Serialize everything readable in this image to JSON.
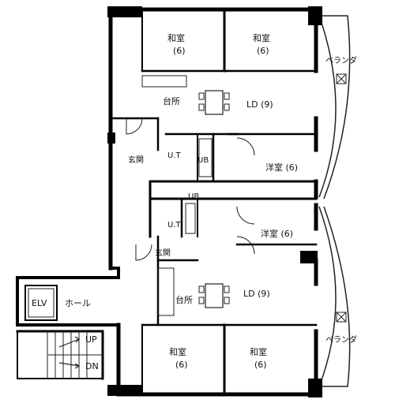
{
  "labels": {
    "washitsu_tl": "和室",
    "washitsu_tl_size": "(6)",
    "washitsu_tr": "和室",
    "washitsu_tr_size": "(6)",
    "washitsu_bl": "和室",
    "washitsu_bl_size": "(6)",
    "washitsu_br": "和室",
    "washitsu_br_size": "(6)",
    "balcony_top": "ベランダ",
    "balcony_bottom": "ベランダ",
    "kitchen_top": "台所",
    "kitchen_bottom": "台所",
    "ld_top": "LD (9)",
    "ld_bottom": "LD (9)",
    "genkan_top": "玄関",
    "genkan_bottom": "玄関",
    "ut_top": "U.T",
    "ut_bottom": "U.T",
    "ub_top": "UB",
    "ub_mid": "UB",
    "youshitsu_top": "洋室 (6)",
    "youshitsu_bottom": "洋室 (6)",
    "elv": "ELV",
    "hall": "ホール",
    "up": "UP",
    "dn": "DN"
  },
  "icons": [
    "door-swing",
    "stairs-arrow",
    "ventilation-x",
    "table-chairs"
  ]
}
